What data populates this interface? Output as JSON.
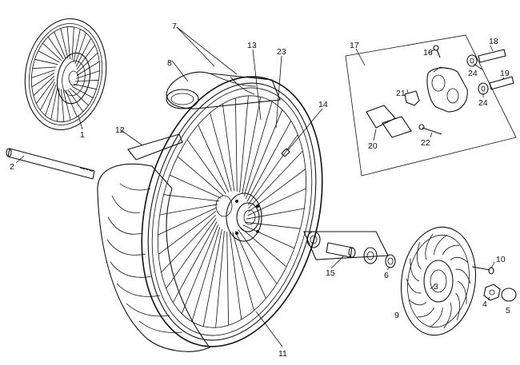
{
  "diagram": {
    "colors": {
      "ink": "#111111",
      "background": "#ffffff"
    },
    "callouts": [
      {
        "id": "c1",
        "label": "1"
      },
      {
        "id": "c2",
        "label": "2"
      },
      {
        "id": "c3",
        "label": "3"
      },
      {
        "id": "c4",
        "label": "4"
      },
      {
        "id": "c5",
        "label": "5"
      },
      {
        "id": "c6",
        "label": "6"
      },
      {
        "id": "c7",
        "label": "7"
      },
      {
        "id": "c8",
        "label": "8"
      },
      {
        "id": "c9",
        "label": "9"
      },
      {
        "id": "c10",
        "label": "10"
      },
      {
        "id": "c11",
        "label": "11"
      },
      {
        "id": "c12",
        "label": "12"
      },
      {
        "id": "c13",
        "label": "13"
      },
      {
        "id": "c14",
        "label": "14"
      },
      {
        "id": "c15",
        "label": "15"
      },
      {
        "id": "c16",
        "label": "16"
      },
      {
        "id": "c17",
        "label": "17"
      },
      {
        "id": "c18",
        "label": "18"
      },
      {
        "id": "c19",
        "label": "19"
      },
      {
        "id": "c20",
        "label": "20"
      },
      {
        "id": "c21",
        "label": "21"
      },
      {
        "id": "c22",
        "label": "22"
      },
      {
        "id": "c23",
        "label": "23"
      },
      {
        "id": "c24a",
        "label": "24"
      },
      {
        "id": "c24b",
        "label": "24"
      }
    ]
  }
}
